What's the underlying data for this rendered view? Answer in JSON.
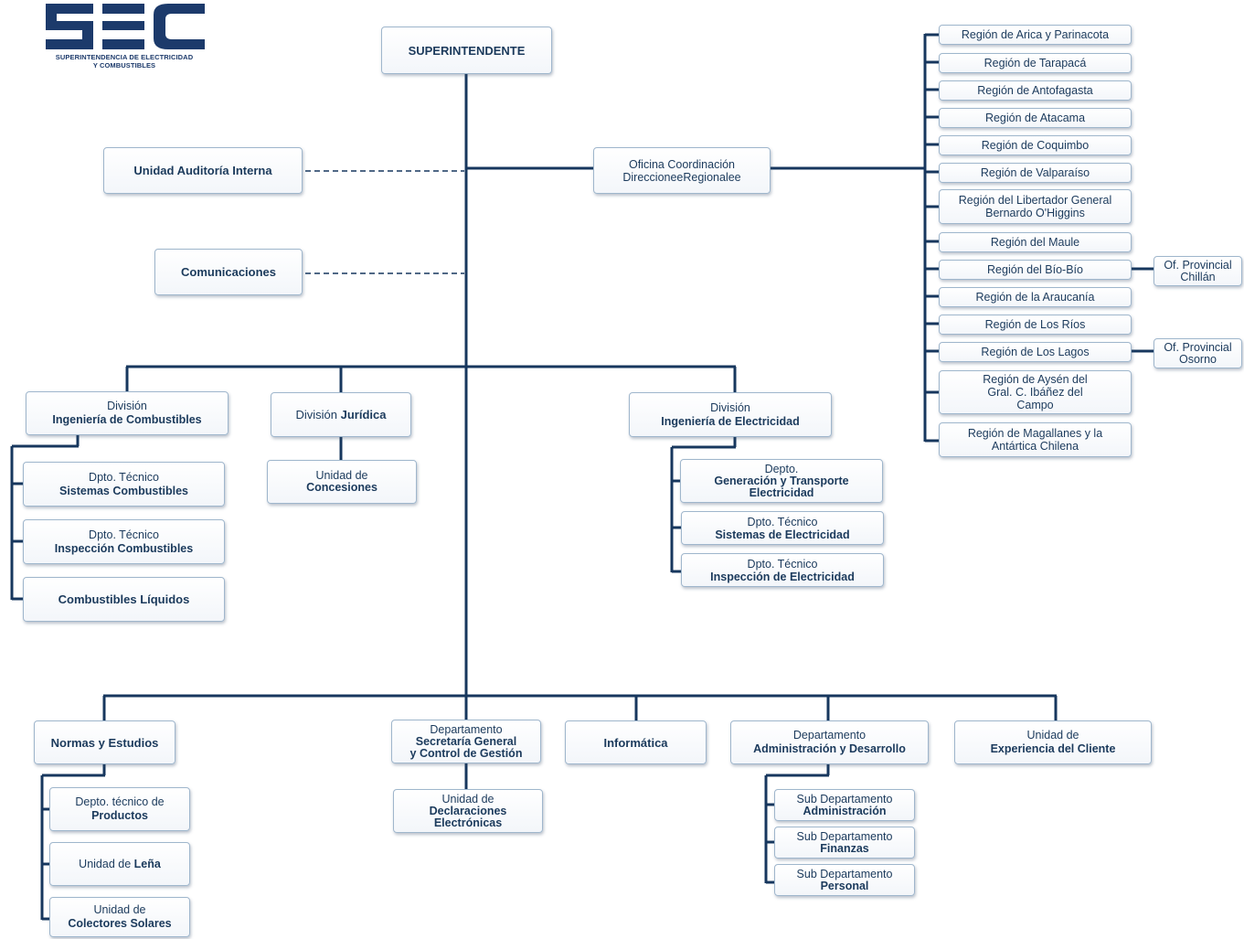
{
  "logo": {
    "wordmark": "SEC",
    "line1": "SUPERINTENDENCIA DE ELECTRICIDAD",
    "line2": "Y COMBUSTIBLES"
  },
  "colors": {
    "line": "#17375e",
    "box_border": "#9fb6cc",
    "text": "#1b3a5c",
    "logo": "#1c3a6b"
  },
  "top": {
    "superintendente": "SUPERINTENDENTE",
    "auditoria": "Unidad Auditoría Interna",
    "comunicaciones": "Comunicaciones",
    "oficina_l1": "Oficina Coordinación",
    "oficina_l2": "DireccioneeRegionalee"
  },
  "regions": {
    "arica": "Región de Arica y Parinacota",
    "tarapaca": "Región de Tarapacá",
    "antofagasta": "Región de Antofagasta",
    "atacama": "Región de Atacama",
    "coquimbo": "Región de Coquimbo",
    "valparaiso": "Región de Valparaíso",
    "ohiggins_l1": "Región del Libertador General",
    "ohiggins_l2": "Bernardo O'Higgins",
    "maule": "Región del Maule",
    "biobio": "Región del Bío-Bío",
    "araucania": "Región de la Araucanía",
    "losrios": "Región de Los Ríos",
    "loslagos": "Región de Los Lagos",
    "aysen_l1": "Región de Aysén del",
    "aysen_l2": "Gral. C. Ibáñez del",
    "aysen_l3": "Campo",
    "magallanes_l1": "Región de Magallanes y la",
    "magallanes_l2": "Antártica Chilena",
    "chillan_l1": "Of. Provincial",
    "chillan_l2": "Chillán",
    "osorno_l1": "Of. Provincial",
    "osorno_l2": "Osorno"
  },
  "combustibles": {
    "div_l1": "División",
    "div_l2": "Ingeniería de Combustibles",
    "sist_l1": "Dpto. Técnico",
    "sist_l2": "Sistemas Combustibles",
    "insp_l1": "Dpto. Técnico",
    "insp_l2": "Inspección Combustibles",
    "liquidos": "Combustibles Líquidos"
  },
  "juridica": {
    "div_pre": "División ",
    "div_bold": "Jurídica",
    "conc_l1": "Unidad de",
    "conc_l2": "Concesiones"
  },
  "electricidad": {
    "div_l1": "División",
    "div_l2": "Ingeniería de Electricidad",
    "gen_l1": "Depto.",
    "gen_l2": "Generación  y Transporte",
    "gen_l3": "Electricidad",
    "sist_l1": "Dpto. Técnico",
    "sist_l2": "Sistemas de Electricidad",
    "insp_l1": "Dpto. Técnico",
    "insp_l2": "Inspección de Electricidad"
  },
  "bottom": {
    "normas": "Normas y Estudios",
    "prod_l1": "Depto. técnico de",
    "prod_l2": "Productos",
    "lena_pre": "Unidad de ",
    "lena_bold": "Leña",
    "colect_l1": "Unidad de",
    "colect_l2": "Colectores Solares",
    "secgen_l1": "Departamento",
    "secgen_l2": "Secretaría General",
    "secgen_l3": "y Control de Gestión",
    "decl_l1": "Unidad de",
    "decl_l2": "Declaraciones",
    "decl_l3": "Electrónicas",
    "informatica": "Informática",
    "admin_l1": "Departamento",
    "admin_l2": "Administración y Desarrollo",
    "subadm_l1": "Sub Departamento",
    "subadm_l2": "Administración",
    "subfin_l1": "Sub Departamento",
    "subfin_l2": "Finanzas",
    "subper_l1": "Sub Departamento",
    "subper_l2": "Personal",
    "cliente_l1": "Unidad de",
    "cliente_l2": "Experiencia del Cliente"
  }
}
